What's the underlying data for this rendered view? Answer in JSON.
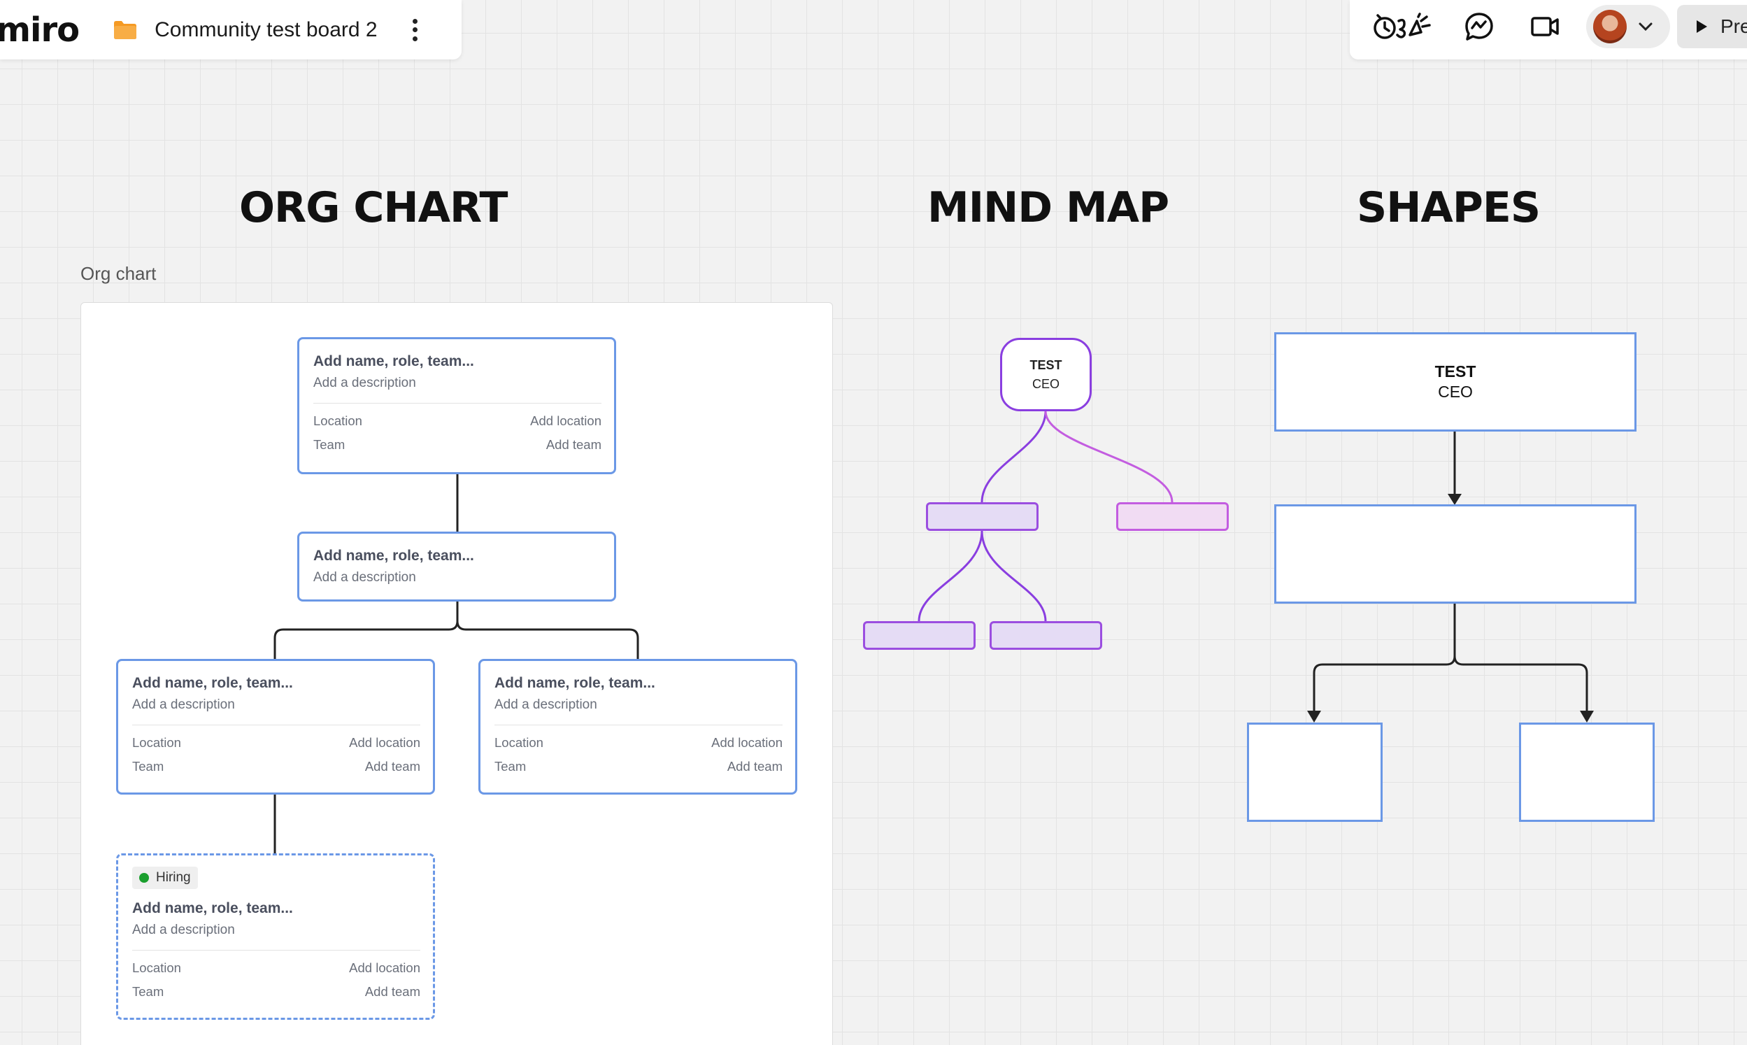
{
  "app": {
    "logo": "miro"
  },
  "board": {
    "title": "Community test board 2"
  },
  "toolbar": {
    "icons": [
      "reactions-icon",
      "chat-icon",
      "video-icon",
      "avatar",
      "chevron-down-icon"
    ],
    "present_label": "Pre"
  },
  "sections": {
    "org_chart": "ORG CHART",
    "mind_map": "MIND MAP",
    "shapes": "SHAPES"
  },
  "frame": {
    "label": "Org chart"
  },
  "org_cards": [
    {
      "title": "Add name, role, team...",
      "description": "Add a description",
      "location_label": "Location",
      "location_value": "Add location",
      "team_label": "Team",
      "team_value": "Add team"
    },
    {
      "title": "Add name, role, team...",
      "description": "Add a description"
    },
    {
      "title": "Add name, role, team...",
      "description": "Add a description",
      "location_label": "Location",
      "location_value": "Add location",
      "team_label": "Team",
      "team_value": "Add team"
    },
    {
      "title": "Add name, role, team...",
      "description": "Add a description",
      "location_label": "Location",
      "location_value": "Add location",
      "team_label": "Team",
      "team_value": "Add team"
    },
    {
      "badge": "Hiring",
      "title": "Add name, role, team...",
      "description": "Add a description",
      "location_label": "Location",
      "location_value": "Add location",
      "team_label": "Team",
      "team_value": "Add team"
    }
  ],
  "mind_map": {
    "root_line1": "TEST",
    "root_line2": "CEO"
  },
  "shapes": {
    "top_line1": "TEST",
    "top_line2": "CEO"
  },
  "colors": {
    "accent_blue": "#6b98e6",
    "mind_purple": "#8a3ee0",
    "hiring_green": "#1a9f2e",
    "folder_orange": "#f59a23"
  }
}
